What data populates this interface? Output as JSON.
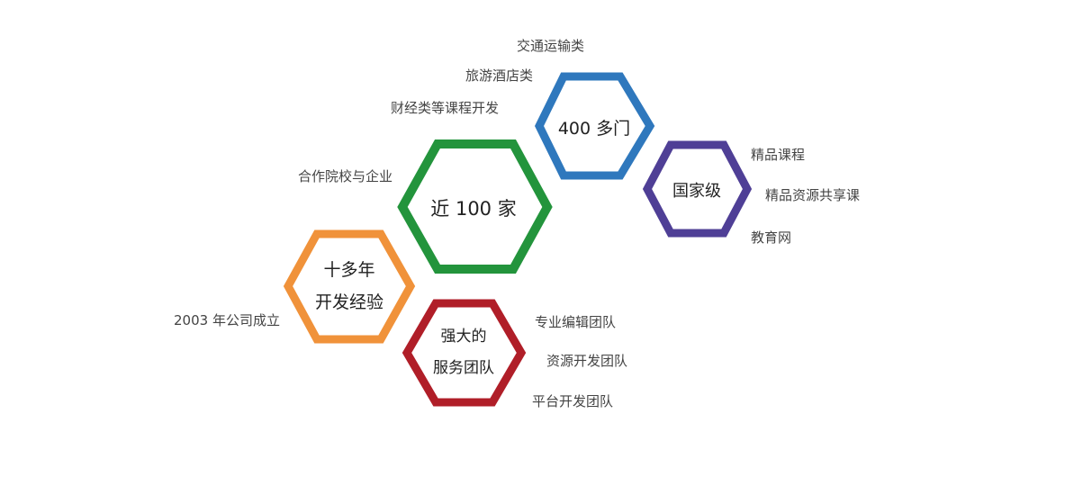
{
  "diagram": {
    "hexagons": [
      {
        "id": "courses",
        "color": "#2f78bd",
        "lines": [
          "400 多门"
        ],
        "labels": [
          "交通运输类",
          "旅游酒店类",
          "财经类等课程开发"
        ]
      },
      {
        "id": "national",
        "color": "#4f3f96",
        "lines": [
          "国家级"
        ],
        "labels": [
          "精品课程",
          "精品资源共享课",
          "教育网"
        ]
      },
      {
        "id": "partners",
        "color": "#23943c",
        "lines": [
          "近 100 家"
        ],
        "labels": [
          "合作院校与企业"
        ]
      },
      {
        "id": "experience",
        "color": "#f0923a",
        "lines": [
          "十多年",
          "开发经验"
        ],
        "labels": [
          "2003 年公司成立"
        ]
      },
      {
        "id": "team",
        "color": "#b01e28",
        "lines": [
          "强大的",
          "服务团队"
        ],
        "labels": [
          "专业编辑团队",
          "资源开发团队",
          "平台开发团队"
        ]
      }
    ]
  }
}
